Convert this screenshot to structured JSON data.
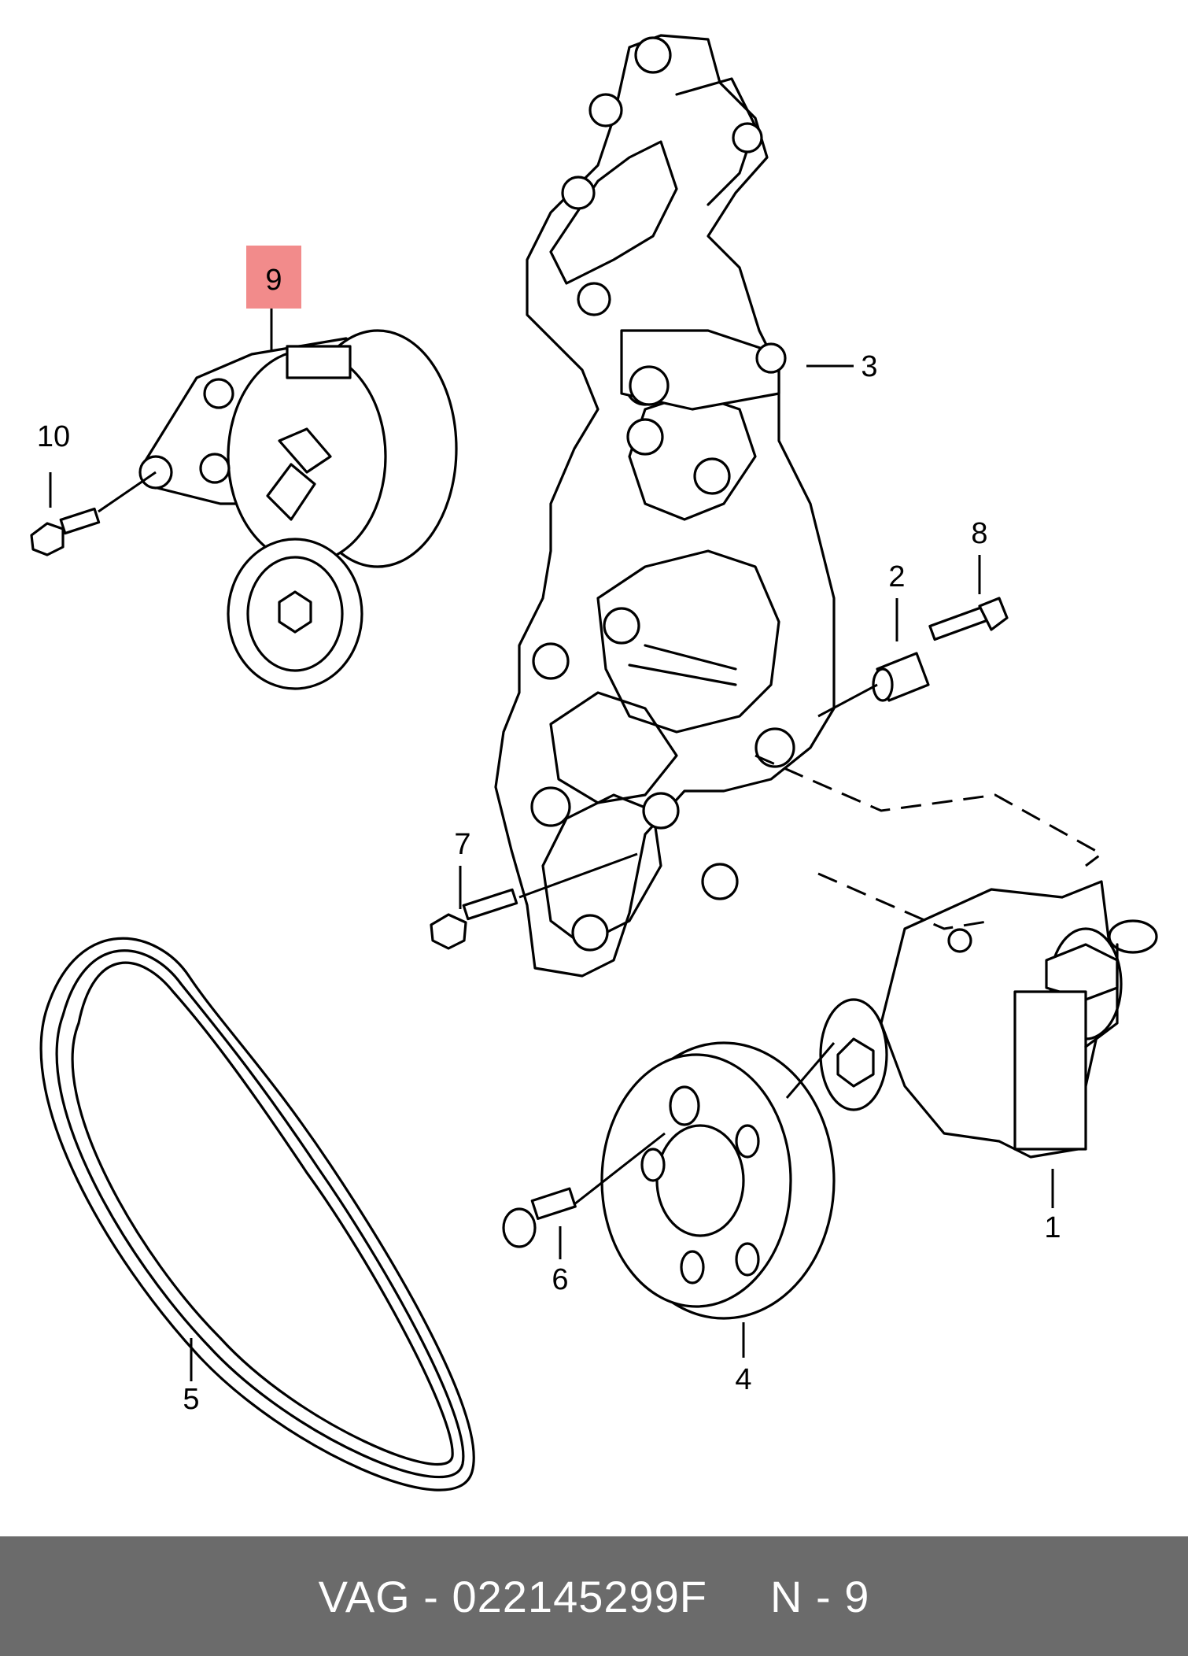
{
  "callouts": {
    "p1": "1",
    "p2": "2",
    "p3": "3",
    "p4": "4",
    "p5": "5",
    "p6": "6",
    "p7": "7",
    "p8": "8",
    "p9": "9",
    "p10": "10"
  },
  "highlight_color": "#f28b8b",
  "footer": {
    "part_number": "VAG - 022145299F",
    "ref": "N - 9"
  }
}
